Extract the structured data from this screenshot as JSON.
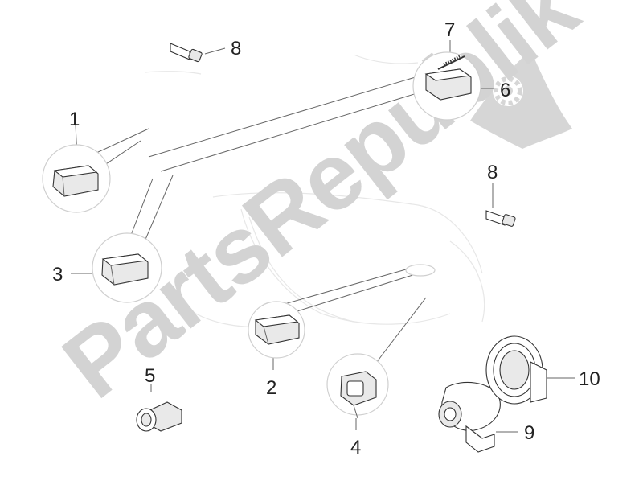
{
  "watermark": {
    "text": "PartsRepublik"
  },
  "callouts": [
    {
      "id": "1",
      "label": "1"
    },
    {
      "id": "2",
      "label": "2"
    },
    {
      "id": "3",
      "label": "3"
    },
    {
      "id": "4",
      "label": "4"
    },
    {
      "id": "5",
      "label": "5"
    },
    {
      "id": "6",
      "label": "6"
    },
    {
      "id": "7",
      "label": "7"
    },
    {
      "id": "8a",
      "label": "8"
    },
    {
      "id": "8b",
      "label": "8"
    },
    {
      "id": "9",
      "label": "9"
    },
    {
      "id": "10",
      "label": "10"
    }
  ],
  "icons": {
    "logo": "gear-flag-logo-icon"
  },
  "colors": {
    "watermark": "#d3d3d3",
    "line": "#333333",
    "circle": "#cfcfcf"
  }
}
